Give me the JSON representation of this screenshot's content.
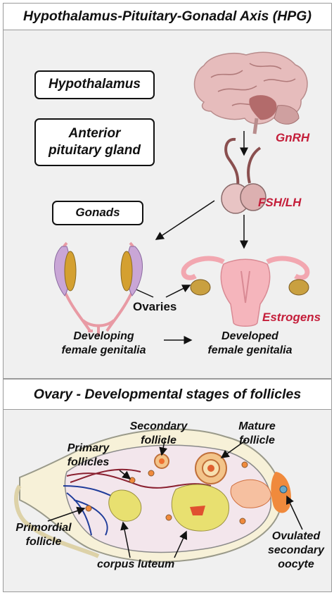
{
  "header_top": "Hypothalamus-Pituitary-Gonadal Axis (HPG)",
  "boxes": {
    "hypothalamus": "Hypothalamus",
    "anterior_line1": "Anterior",
    "anterior_line2": "pituitary gland",
    "gonads": "Gonads"
  },
  "hormones": {
    "gnrh": "GnRH",
    "fsh_lh": "FSH/LH",
    "estrogens": "Estrogens"
  },
  "labels": {
    "ovaries": "Ovaries",
    "developing_line1": "Developing",
    "developing_line2": "female genitalia",
    "developed_line1": "Developed",
    "developed_line2": "female genitalia"
  },
  "header_bottom": "Ovary - Developmental stages of follicles",
  "ovary_labels": {
    "secondary_line1": "Secondary",
    "secondary_line2": "follicle",
    "mature_line1": "Mature",
    "mature_line2": "follicle",
    "primary_line1": "Primary",
    "primary_line2": "follicles",
    "primordial_line1": "Primordial",
    "primordial_line2": "follicle",
    "corpus_luteum": "corpus luteum",
    "ovulated_line1": "Ovulated",
    "ovulated_line2": "secondary",
    "ovulated_line3": "oocyte"
  },
  "colors": {
    "hormone_red": "#c41e3a",
    "panel_bg": "#f0f0f0",
    "panel_border": "#9a9a9a",
    "tissue_pink": "#f2a7b0",
    "brain_pink": "#e3b8b8",
    "ovary_yellow": "#e8e070",
    "follicle_orange": "#f08a3c"
  }
}
